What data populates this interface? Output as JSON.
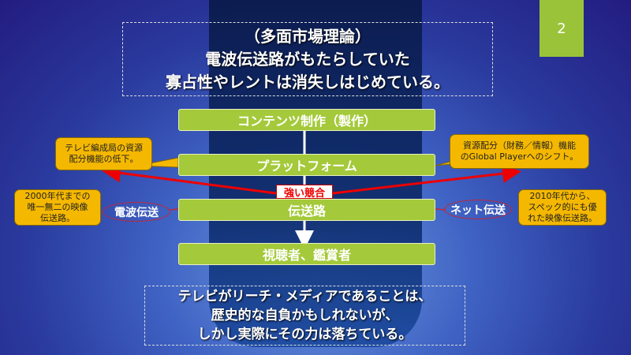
{
  "page_number": "2",
  "title_lines": [
    "（多面市場理論）",
    "電波伝送路がもたらしていた",
    "寡占性やレントは消失しはじめている。"
  ],
  "flow": [
    "コンテンツ制作（製作）",
    "プラットフォーム",
    "伝送路",
    "視聴者、鑑賞者"
  ],
  "callouts": {
    "left_top": [
      "テレビ編成局の資源",
      "配分機能の低下。"
    ],
    "right_top": [
      "資源配分（財務／情報）機能",
      "のGlobal Playerへのシフト。"
    ],
    "left_bottom": [
      "2000年代までの",
      "唯一無二の映像",
      "伝送路。"
    ],
    "right_bottom": [
      "2010年代から、",
      "スペック的にも優",
      "れた映像伝送路。"
    ]
  },
  "ovals": {
    "left": "電波伝送",
    "right": "ネット伝送"
  },
  "competition": "強い競合",
  "conclusion_lines": [
    "テレビがリーチ・メディアであることは、",
    "歴史的な自負かもしれないが、",
    "しかし実際にその力は落ちている。"
  ]
}
